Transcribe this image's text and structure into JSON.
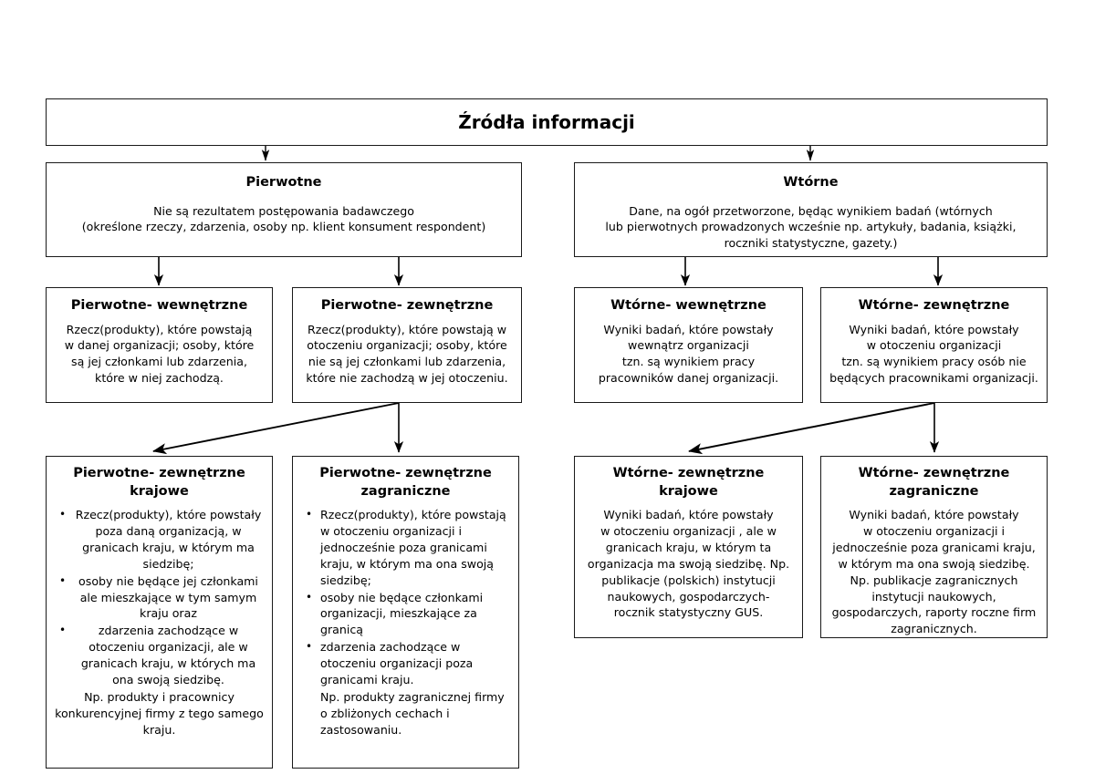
{
  "diagram": {
    "title": "Źródła informacji",
    "root": {
      "label": "Źródła informacji"
    },
    "level2": {
      "pierwotne": {
        "header": "Pierwotne",
        "line1": "Nie są rezultatem postępowania badawczego",
        "line2": "(określone rzeczy, zdarzenia, osoby np. klient konsument respondent)"
      },
      "wtorne": {
        "header": "Wtórne",
        "line1": "Dane, na ogół przetworzone, będąc wynikiem badań (wtórnych",
        "line2": "lub pierwotnych prowadzonych wcześnie np. artykuły, badania, książki,",
        "line3": "roczniki statystyczne, gazety.)"
      }
    },
    "level3": {
      "pierwotne_wewnetrzne": {
        "header": "Pierwotne- wewnętrzne",
        "line1": "Rzecz(produkty), które powstają",
        "line2": "w danej organizacji; osoby, które",
        "line3": "są jej członkami lub zdarzenia,",
        "line4": "które w niej zachodzą."
      },
      "pierwotne_zewnetrzne": {
        "header": "Pierwotne- zewnętrzne",
        "line1": "Rzecz(produkty), które powstają w",
        "line2": "otoczeniu organizacji; osoby, które",
        "line3": "nie są jej członkami lub zdarzenia,",
        "line4": "które nie zachodzą w jej otoczeniu."
      },
      "wtorne_wewnetrzne": {
        "header": "Wtórne- wewnętrzne",
        "line1": "Wyniki badań, które powstały",
        "line2": "wewnątrz organizacji",
        "line3": "tzn. są wynikiem pracy",
        "line4": "pracowników danej organizacji."
      },
      "wtorne_zewnetrzne": {
        "header": "Wtórne- zewnętrzne",
        "line1": "Wyniki badań, które powstały",
        "line2": "w otoczeniu organizacji",
        "line3": "tzn. są wynikiem pracy osób nie",
        "line4": "będących pracownikami organizacji."
      }
    },
    "level4": {
      "pierwotne_zewnetrzne_krajowe": {
        "header": "Pierwotne- zewnętrzne krajowe",
        "bullet_glyph": "•",
        "bullets": [
          "Rzecz(produkty), które powstały poza daną organizacją, w granicach kraju, w którym ma siedzibę;",
          "osoby nie będące jej członkami ale mieszkające w tym samym kraju oraz",
          "zdarzenia zachodzące w otoczeniu organizacji, ale w granicach kraju, w których ma ona swoją siedzibę."
        ],
        "tail": "Np. produkty i pracownicy konkurencyjnej firmy z tego samego kraju."
      },
      "pierwotne_zewnetrzne_zagraniczne": {
        "header_line1": "Pierwotne- zewnętrzne",
        "header_line2": "zagraniczne",
        "bullet_glyph": "•",
        "bullets": [
          "Rzecz(produkty), które powstają w otoczeniu organizacji  i jednocześnie poza granicami kraju, w którym ma ona swoją siedzibę;",
          "osoby nie będące członkami organizacji, mieszkające za granicą",
          "zdarzenia zachodzące w otoczeniu organizacji poza granicami kraju."
        ],
        "tail": "Np. produkty zagranicznej firmy o zbliżonych cechach i zastosowaniu."
      },
      "wtorne_zewnetrzne_krajowe": {
        "header": "Wtórne- zewnętrzne krajowe",
        "line1": "Wyniki badań, które powstały",
        "line2": "w otoczeniu organizacji , ale w",
        "line3": "granicach kraju, w którym ta",
        "line4": "organizacja ma swoją siedzibę. Np.",
        "line5": "publikacje (polskich) instytucji",
        "line6": "naukowych, gospodarczych-",
        "line7": "rocznik statystyczny GUS."
      },
      "wtorne_zewnetrzne_zagraniczne": {
        "header": "Wtórne- zewnętrzne zagraniczne",
        "line1": "Wyniki badań, które powstały",
        "line2": "w otoczeniu organizacji i",
        "line3": "jednocześnie poza granicami kraju,",
        "line4": "w którym ma ona swoją siedzibę.",
        "line5": "Np. publikacje zagranicznych",
        "line6": "instytucji naukowych,",
        "line7": "gospodarczych, raporty roczne firm",
        "line8": "zagranicznych."
      }
    },
    "colors": {
      "border": "#1a1a1a",
      "text": "#000000",
      "background": "#ffffff",
      "connector": "#000000"
    }
  }
}
